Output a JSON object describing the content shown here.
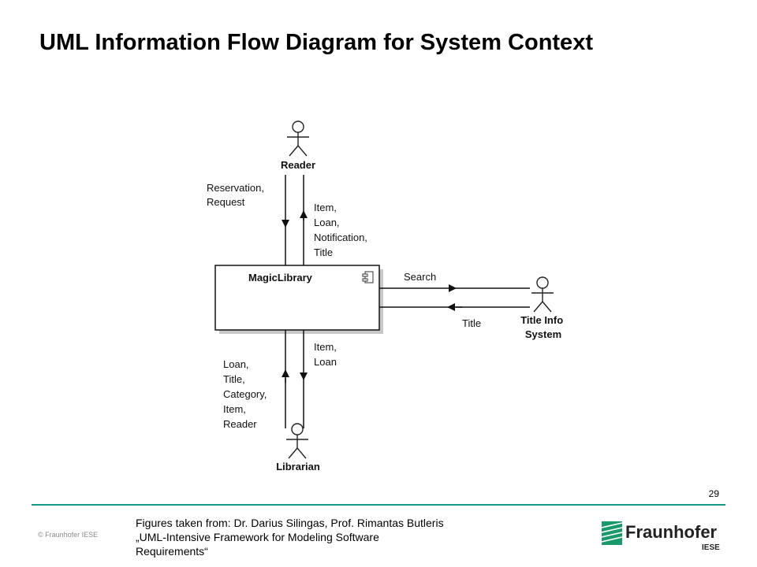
{
  "slide": {
    "title": "UML Information Flow Diagram for System Context",
    "page_number": "29"
  },
  "diagram": {
    "system": {
      "name": "MagicLibrary"
    },
    "actors": {
      "reader": {
        "name": "Reader"
      },
      "title_info": {
        "name_line1": "Title Info",
        "name_line2": "System"
      },
      "librarian": {
        "name": "Librarian"
      }
    },
    "flows": {
      "reader_to_system": [
        "Reservation,",
        "Request"
      ],
      "system_to_reader": [
        "Item,",
        "Loan,",
        "Notification,",
        "Title"
      ],
      "system_to_title_info": "Search",
      "title_info_to_system": "Title",
      "system_to_librarian": [
        "Item,",
        "Loan"
      ],
      "librarian_to_system": [
        "Loan,",
        "Title,",
        "Category,",
        "Item,",
        "Reader"
      ]
    }
  },
  "footer": {
    "copyright": "© Fraunhofer IESE",
    "citation_lines": [
      "Figures taken from: Dr. Darius Silingas, Prof. Rimantas Butleris",
      "„UML-Intensive Framework for Modeling Software",
      "Requirements“"
    ]
  },
  "logo": {
    "name": "Fraunhofer",
    "sub": "IESE"
  },
  "colors": {
    "accent": "#1a9a8a",
    "logo_green": "#1a9a6a"
  }
}
